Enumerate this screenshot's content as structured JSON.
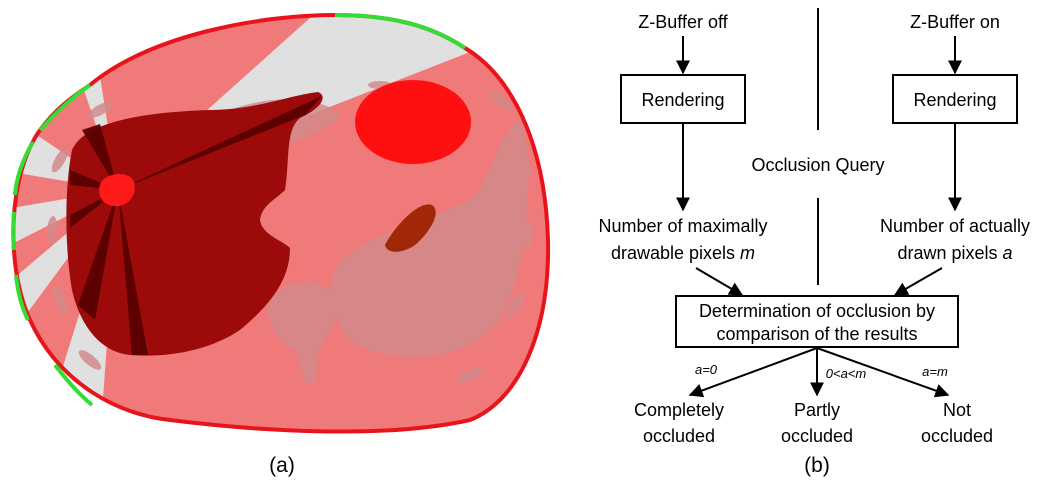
{
  "colors": {
    "body_fill": "#f07a7a",
    "outline_normal": "#e8141c",
    "outline_visible": "#33dd33",
    "liver": "#9c0a0a",
    "liver_shadow": "#5a0000",
    "ray_light": "#e0e0e0",
    "source_point": "#ff1a1a",
    "organ_bright": "#ff1010",
    "organ_small": "#a02808",
    "soft_tissue": "#d28a8a"
  },
  "panel_a": {
    "caption": "(a)"
  },
  "panel_b": {
    "caption": "(b)",
    "input_off": "Z-Buffer off",
    "input_on": "Z-Buffer on",
    "render_left": "Rendering",
    "render_right": "Rendering",
    "center_label": "Occlusion Query",
    "result_left_line1": "Number of maximally",
    "result_left_line2": "drawable pixels ",
    "result_left_var": "m",
    "result_right_line1": "Number of actually",
    "result_right_line2": "drawn pixels ",
    "result_right_var": "a",
    "decision_line1": "Determination of occlusion by",
    "decision_line2": "comparison of the results",
    "cond_left": "a=0",
    "cond_mid": "0<a<m",
    "cond_right": "a=m",
    "out_left_line1": "Completely",
    "out_left_line2": "occluded",
    "out_mid_line1": "Partly",
    "out_mid_line2": "occluded",
    "out_right_line1": "Not",
    "out_right_line2": "occluded"
  }
}
